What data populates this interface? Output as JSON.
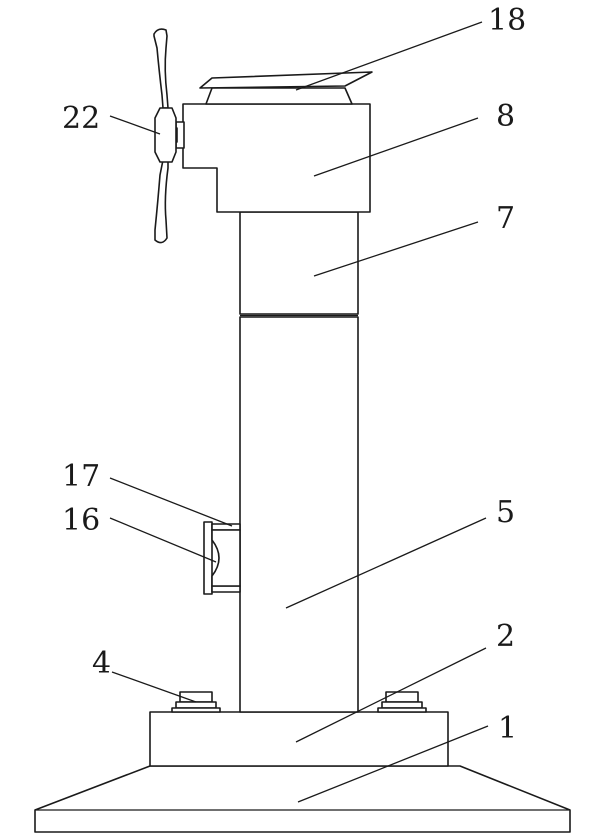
{
  "callouts": {
    "c18": "18",
    "c22": "22",
    "c8": "8",
    "c7": "7",
    "c17": "17",
    "c16": "16",
    "c5": "5",
    "c4": "4",
    "c2": "2",
    "c1": "1"
  }
}
